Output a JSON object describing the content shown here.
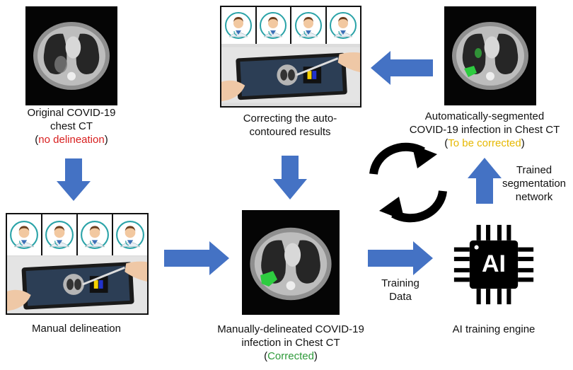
{
  "nodes": {
    "original_ct": {
      "line1": "Original COVID-19",
      "line2": "chest CT",
      "paren_open": "(",
      "paren_note": "no delineation",
      "paren_close": ")",
      "note_color": "#d81e1e"
    },
    "correcting": {
      "line1": "Correcting the auto-",
      "line2": "contoured results"
    },
    "auto_segmented": {
      "line1": "Automatically-segmented",
      "line2": "COVID-19 infection in Chest CT",
      "paren_open": "(",
      "paren_note": "To be corrected",
      "paren_close": ")",
      "note_color": "#e6b800"
    },
    "manual": {
      "line1": "Manual delineation"
    },
    "manually_delineated": {
      "line1": "Manually-delineated COVID-19",
      "line2": "infection in Chest CT",
      "paren_open": "(",
      "paren_note": "Corrected",
      "paren_close": ")",
      "note_color": "#2e9a3a"
    },
    "ai_engine": {
      "line1": "AI training engine",
      "chip_text": "AI"
    }
  },
  "edges": {
    "training_data": {
      "line1": "Training",
      "line2": "Data"
    },
    "trained_network": {
      "line1": "Trained",
      "line2": "segmentation",
      "line3": "network"
    }
  },
  "colors": {
    "arrow": "#4472c4",
    "lesion": "#2ecc40",
    "cycle": "#000000"
  }
}
